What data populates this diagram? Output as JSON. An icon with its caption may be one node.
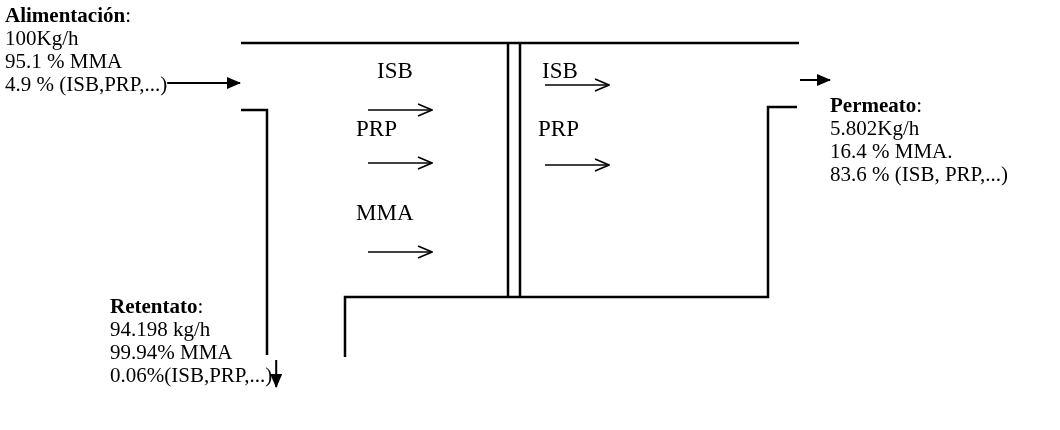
{
  "diagram": {
    "nodes": [
      {
        "text": [
          "**Alimentación**:",
          "100Kg/h",
          "95.1 % MMA",
          "4.9 % (ISB,PRP,...)"
        ]
      },
      {
        "text": [],
        "shape": "picture"
      },
      {
        "text": [
          "**Permeato**:",
          "5.802Kg/h",
          "16.4 % MMA.",
          "83.6 % (ISB, PRP,...)"
        ]
      },
      {
        "text": [
          "**Retentato**:",
          "94.198 kg/h",
          "99.94% MMA",
          "0.06%(ISB,PRP,...)"
        ]
      }
    ],
    "edges": [
      {
        "from": 0,
        "to": 1,
        "arrow": "to"
      },
      {
        "from": 1,
        "to": 2,
        "arrow": "to"
      },
      {
        "from": 1,
        "to": 3,
        "arrow": "to"
      }
    ],
    "labels": [
      "ISB",
      "PRP",
      "MMA",
      "ISB",
      "PRP"
    ]
  }
}
